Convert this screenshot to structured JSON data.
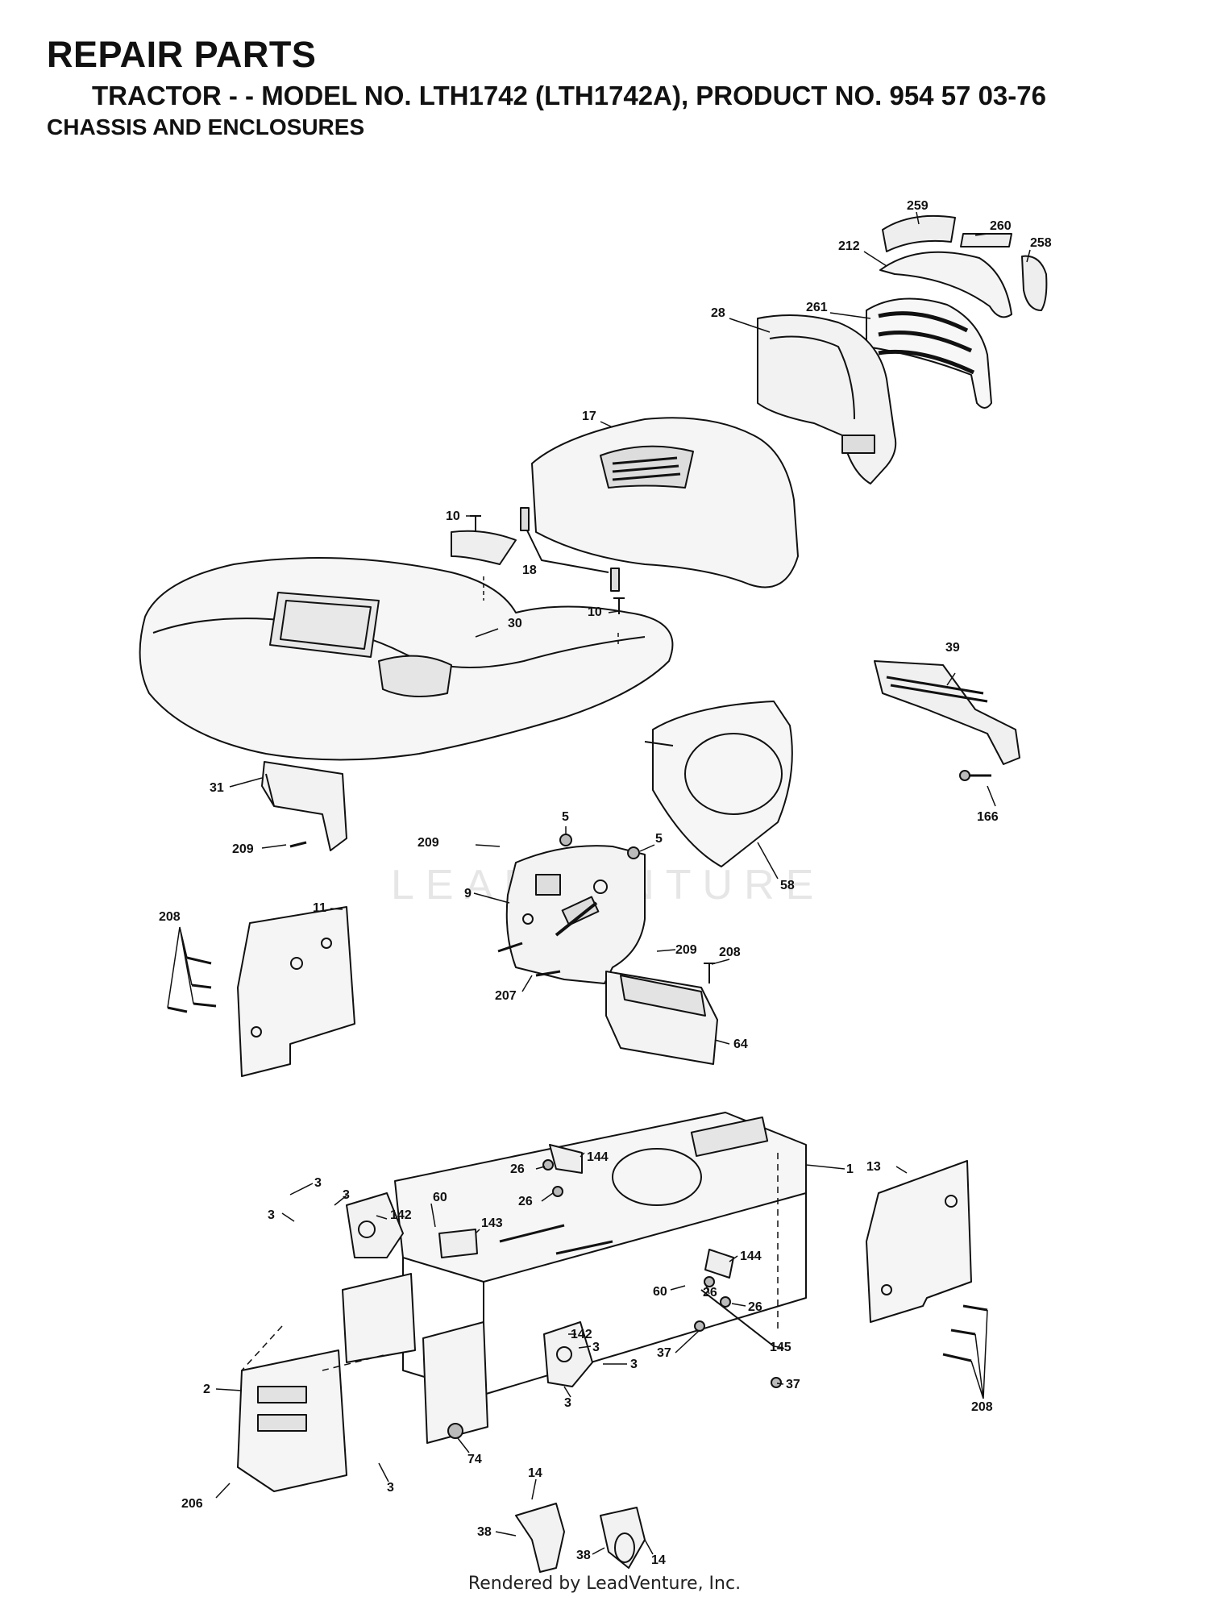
{
  "header": {
    "title": "REPAIR PARTS",
    "subtitle": "TRACTOR - - MODEL NO. LTH1742 (LTH1742A), PRODUCT NO. 954 57 03-76",
    "section": "CHASSIS AND ENCLOSURES"
  },
  "watermark": "LEADVENTURE",
  "footer": "Rendered by LeadVenture, Inc.",
  "callouts": {
    "c259": "259",
    "c260": "260",
    "c212": "212",
    "c258": "258",
    "c28": "28",
    "c261": "261",
    "c17": "17",
    "c10a": "10",
    "c18": "18",
    "c10b": "10",
    "c30": "30",
    "c39": "39",
    "c166": "166",
    "c31": "31",
    "c209a": "209",
    "c5a": "5",
    "c5b": "5",
    "c58": "58",
    "c209b": "209",
    "c9": "9",
    "c208a": "208",
    "c11": "11",
    "c209c": "209",
    "c208b": "208",
    "c207": "207",
    "c64": "64",
    "c1": "1",
    "c144a": "144",
    "c26a": "26",
    "c26b": "26",
    "c13": "13",
    "c3a": "3",
    "c3b": "3",
    "c3c": "3",
    "c60a": "60",
    "c142a": "142",
    "c143": "143",
    "c144b": "144",
    "c60b": "60",
    "c26c": "26",
    "c26d": "26",
    "c142b": "142",
    "c3d": "3",
    "c37a": "37",
    "c145": "145",
    "c3e": "3",
    "c37b": "37",
    "c3f": "3",
    "c2": "2",
    "c74": "74",
    "c208c": "208",
    "c14a": "14",
    "c3g": "3",
    "c206": "206",
    "c38a": "38",
    "c38b": "38",
    "c14b": "14"
  }
}
